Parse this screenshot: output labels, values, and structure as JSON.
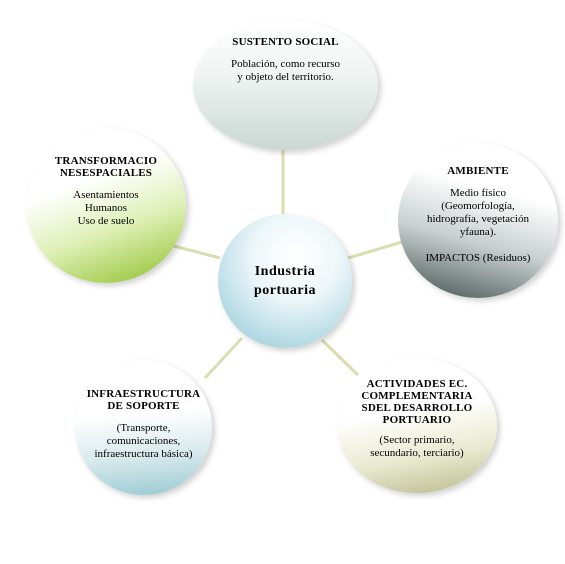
{
  "center": {
    "title_lines": [
      "Industria",
      "portuaria"
    ]
  },
  "nodes": {
    "sustento_social": {
      "title": "SUSTENTO SOCIAL",
      "body_lines": [
        "Población, como recurso",
        "y objeto del territorio."
      ]
    },
    "ambiente": {
      "title": "AMBIENTE",
      "body_lines": [
        "Medio físico",
        "(Geomorfología,",
        "hidrografía, vegetación",
        "yfauna).",
        "",
        "IMPACTOS (Residuos)"
      ]
    },
    "transformaciones": {
      "title_lines": [
        "TRANSFORMACIO",
        "NESESPACIALES"
      ],
      "body_lines": [
        "Asentamientos",
        "Humanos",
        "Uso de suelo"
      ]
    },
    "actividades": {
      "title_lines": [
        "ACTIVIDADES EC.",
        "COMPLEMENTARIA",
        "SDEL DESARROLLO",
        "PORTUARIO"
      ],
      "body_lines": [
        "(Sector primario,",
        "secundario, terciario)"
      ]
    },
    "infraestructura": {
      "title_lines": [
        "INFRAESTRUCTURA",
        "DE SOPORTE"
      ],
      "body_lines": [
        "(Transporte,",
        "comunicaciones,",
        "infraestructura básica)"
      ]
    }
  },
  "colors": {
    "connector": "#d9ddb0",
    "green_accent": "#8cbf26",
    "dark_accent": "#3f4f4c",
    "blue_accent": "#93c6d3"
  }
}
